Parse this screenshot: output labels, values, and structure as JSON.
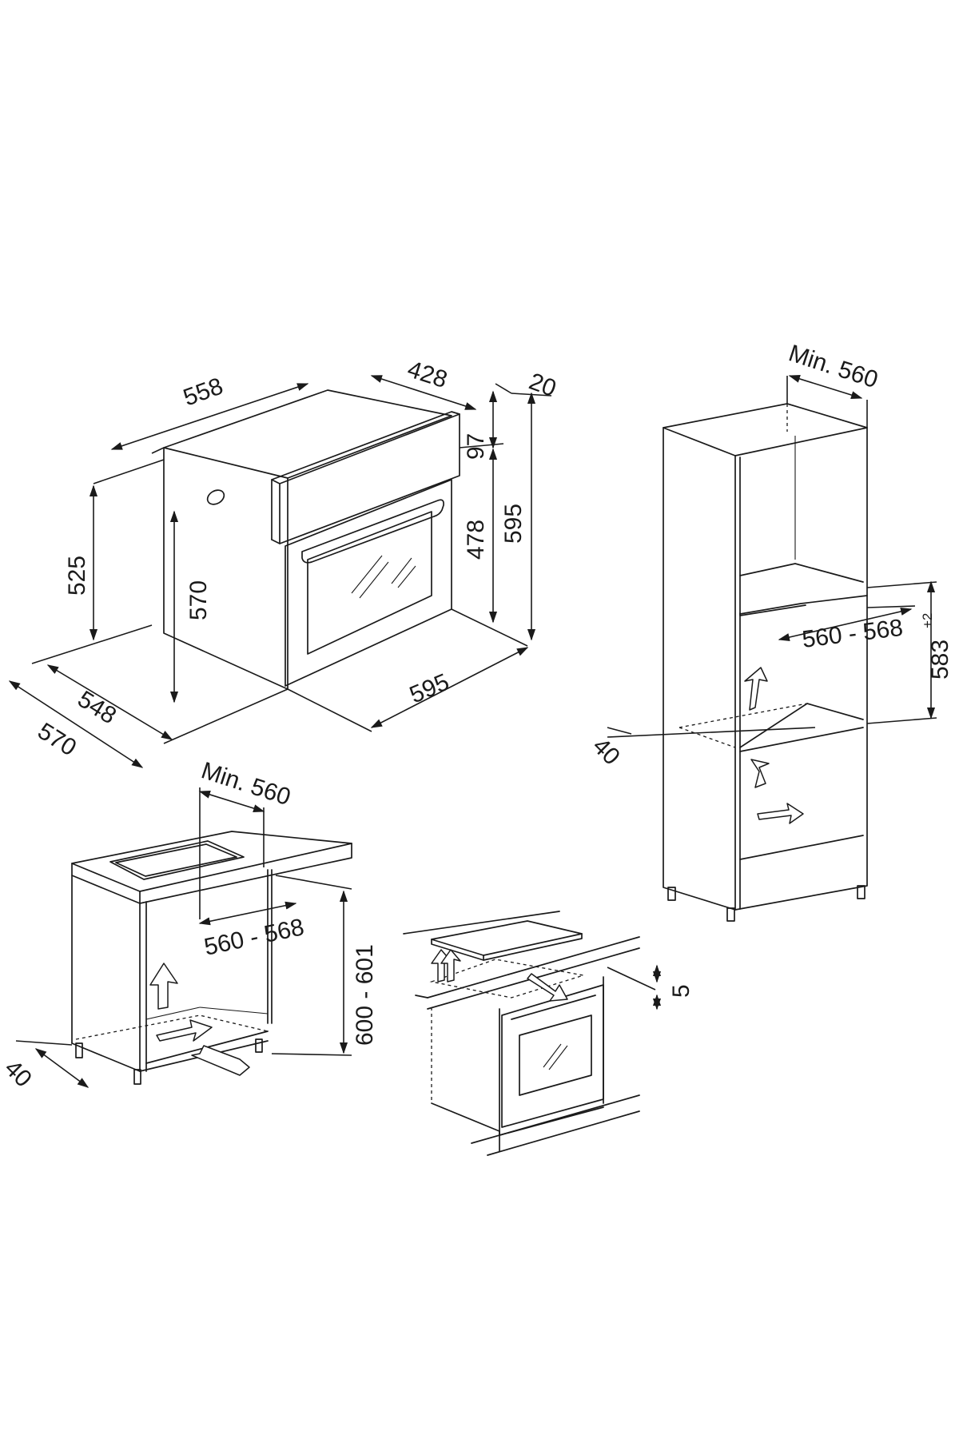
{
  "oven": {
    "width_top": "558",
    "depth_top": "428",
    "door_thickness": "20",
    "panel_height": "97",
    "door_height": "478",
    "total_height": "595",
    "side_height": "525",
    "inner_height": "570",
    "front_width": "595",
    "depth_inner": "548",
    "depth_total": "570"
  },
  "tall_cabinet": {
    "min_width": "Min. 560",
    "niche_width": "560 - 568",
    "niche_height": "583",
    "niche_height_tolerance": "+2",
    "rear_gap": "40"
  },
  "base_cabinet": {
    "min_width": "Min. 560",
    "niche_width": "560 - 568",
    "niche_height": "600 - 601",
    "rear_gap": "40"
  },
  "under_hob": {
    "gap": "5"
  }
}
